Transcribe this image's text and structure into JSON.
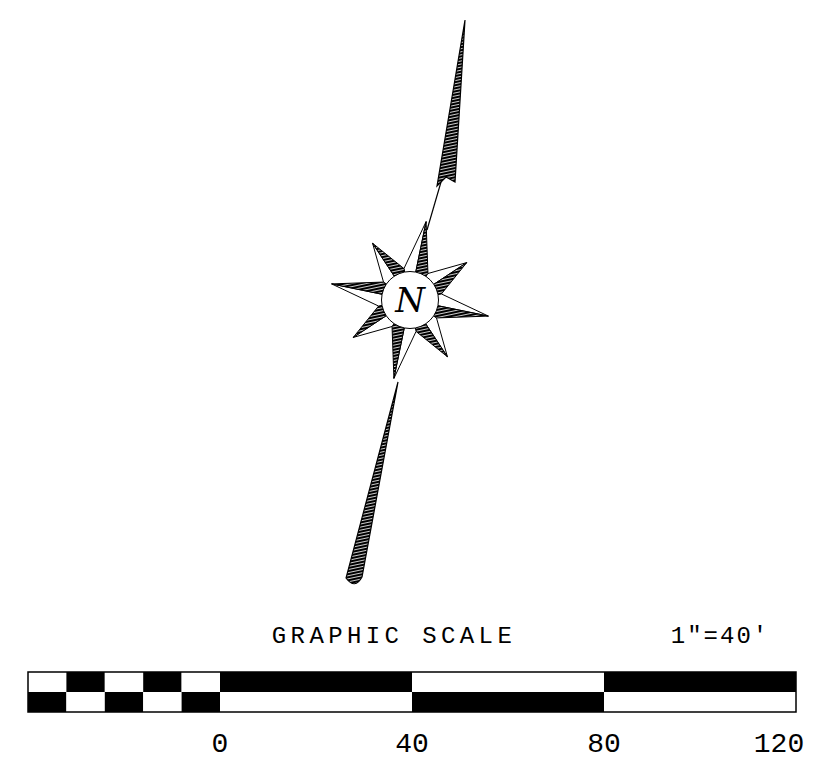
{
  "diagram": {
    "nodes": [
      {
        "text": [
          "N"
        ]
      }
    ],
    "labels": [
      "GRAPHIC SCALE",
      "1\"=40'",
      "0",
      "40",
      "80",
      "120"
    ]
  }
}
